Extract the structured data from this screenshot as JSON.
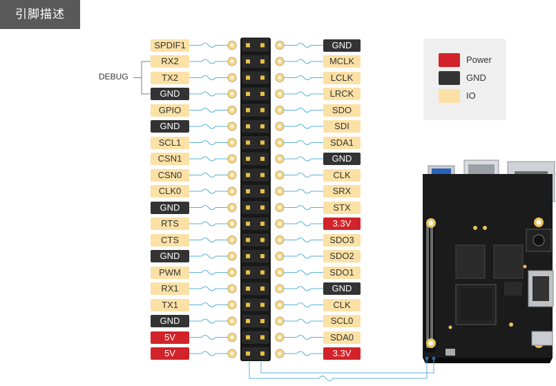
{
  "title": "引脚描述",
  "debug_label": "DEBUG",
  "colors": {
    "io": "#fbe1a5",
    "gnd": "#333333",
    "power": "#d2232a"
  },
  "left_pins": [
    {
      "label": "SPDIF1",
      "type": "io"
    },
    {
      "label": "RX2",
      "type": "io"
    },
    {
      "label": "TX2",
      "type": "io"
    },
    {
      "label": "GND",
      "type": "gnd"
    },
    {
      "label": "GPIO",
      "type": "io"
    },
    {
      "label": "GND",
      "type": "gnd"
    },
    {
      "label": "SCL1",
      "type": "io"
    },
    {
      "label": "CSN1",
      "type": "io"
    },
    {
      "label": "CSN0",
      "type": "io"
    },
    {
      "label": "CLK0",
      "type": "io"
    },
    {
      "label": "GND",
      "type": "gnd"
    },
    {
      "label": "RTS",
      "type": "io"
    },
    {
      "label": "CTS",
      "type": "io"
    },
    {
      "label": "GND",
      "type": "gnd"
    },
    {
      "label": "PWM",
      "type": "io"
    },
    {
      "label": "RX1",
      "type": "io"
    },
    {
      "label": "TX1",
      "type": "io"
    },
    {
      "label": "GND",
      "type": "gnd"
    },
    {
      "label": "5V",
      "type": "power"
    },
    {
      "label": "5V",
      "type": "power"
    }
  ],
  "right_pins": [
    {
      "label": "GND",
      "type": "gnd"
    },
    {
      "label": "MCLK",
      "type": "io"
    },
    {
      "label": "LCLK",
      "type": "io"
    },
    {
      "label": "LRCK",
      "type": "io"
    },
    {
      "label": "SDO",
      "type": "io"
    },
    {
      "label": "SDI",
      "type": "io"
    },
    {
      "label": "SDA1",
      "type": "io"
    },
    {
      "label": "GND",
      "type": "gnd"
    },
    {
      "label": "CLK",
      "type": "io"
    },
    {
      "label": "SRX",
      "type": "io"
    },
    {
      "label": "STX",
      "type": "io"
    },
    {
      "label": "3.3V",
      "type": "power"
    },
    {
      "label": "SDO3",
      "type": "io"
    },
    {
      "label": "SDO2",
      "type": "io"
    },
    {
      "label": "SDO1",
      "type": "io"
    },
    {
      "label": "GND",
      "type": "gnd"
    },
    {
      "label": "CLK",
      "type": "io"
    },
    {
      "label": "SCL0",
      "type": "io"
    },
    {
      "label": "SDA0",
      "type": "io"
    },
    {
      "label": "3.3V",
      "type": "power"
    }
  ],
  "legend": [
    {
      "label": "Power",
      "type": "power"
    },
    {
      "label": "GND",
      "type": "gnd"
    },
    {
      "label": "IO",
      "type": "io"
    }
  ]
}
